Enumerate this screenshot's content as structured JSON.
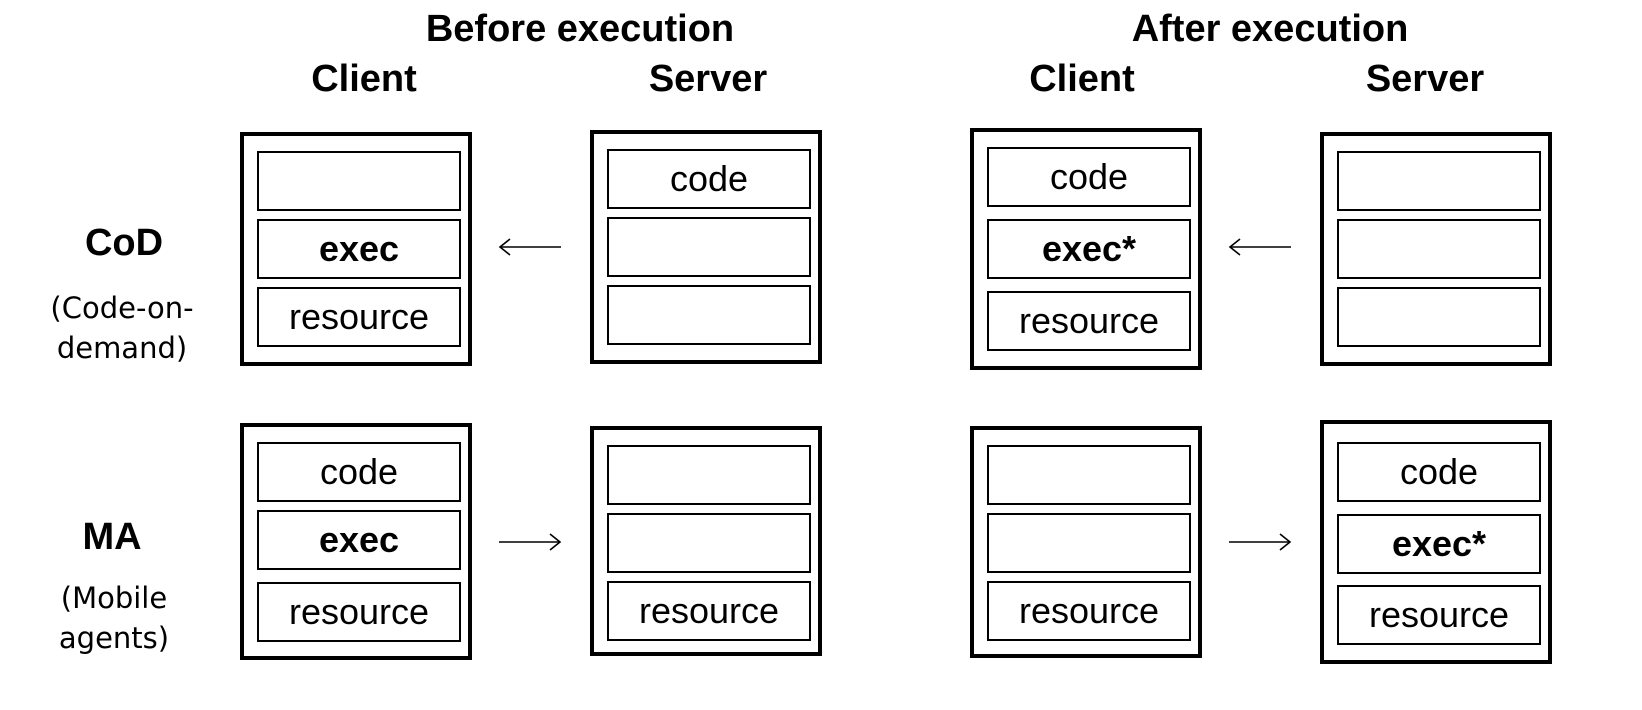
{
  "headers": {
    "before": "Before execution",
    "after": "After execution",
    "client": "Client",
    "server": "Server"
  },
  "rows": [
    {
      "label": "CoD",
      "sub_line1": "(Code-on-",
      "sub_line2": "demand)"
    },
    {
      "label": "MA",
      "sub_line1": "(Mobile",
      "sub_line2": "agents)"
    }
  ],
  "cells": {
    "cod_before_client": [
      "",
      "exec",
      "resource"
    ],
    "cod_before_server": [
      "code",
      "",
      ""
    ],
    "cod_after_client": [
      "code",
      "exec*",
      "resource"
    ],
    "cod_after_server": [
      "",
      "",
      ""
    ],
    "ma_before_client": [
      "code",
      "exec",
      "resource"
    ],
    "ma_before_server": [
      "",
      "",
      "resource"
    ],
    "ma_after_client": [
      "",
      "",
      "resource"
    ],
    "ma_after_server": [
      "code",
      "exec*",
      "resource"
    ]
  },
  "arrows": {
    "cod_before": "left",
    "cod_after": "left",
    "ma_before": "right",
    "ma_after": "right"
  }
}
